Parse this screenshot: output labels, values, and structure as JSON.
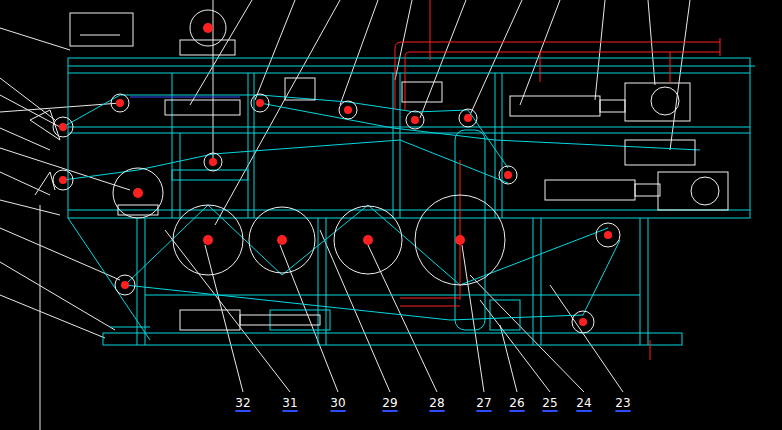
{
  "diagram": {
    "labels": [
      "32",
      "31",
      "30",
      "29",
      "28",
      "27",
      "26",
      "25",
      "24",
      "23"
    ]
  }
}
